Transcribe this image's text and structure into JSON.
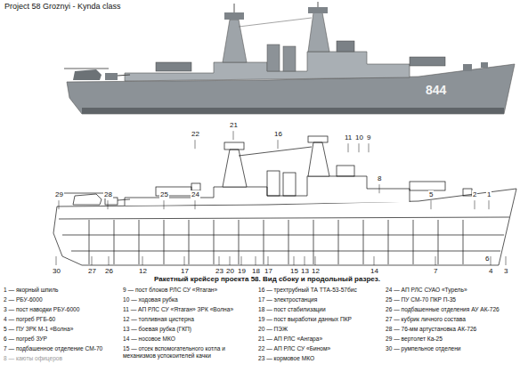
{
  "diagram": {
    "title": "Project 58 Groznyi - Kynda class",
    "caption": "Ракетный крейсер проекта 58. Вид сбоку и продольный разрез.",
    "labels": [
      "844",
      "29",
      "28",
      "25",
      "24",
      "22",
      "21",
      "16",
      "11",
      "10",
      "9",
      "8",
      "5",
      "2",
      "1",
      "30",
      "27",
      "26",
      "12",
      "17",
      "23",
      "20",
      "19",
      "18",
      "17",
      "15",
      "13",
      "12",
      "14",
      "7",
      "6",
      "4",
      "3",
      "1 — якорный шпиль",
      "2 — РБУ-6000",
      "3 — пост наводки РБУ-6000",
      "4 — погреб РГБ-60",
      "5 — ПУ ЗРК М-1 «Волна»",
      "6 — погреб ЗУР",
      "7 — подбашенное отделение СМ-70",
      "8 — каюты офицеров",
      "9 — пост блоков РЛС СУ «Ятаган»",
      "10 — ходовая рубка",
      "11 — АП РЛС СУ «Ятаган» ЗРК «Волна»",
      "12 — топливная цистерна",
      "13 — боевая рубка (ГКП)",
      "14 — носовое МКО",
      "15 — отсек вспомогательного котла и механизмов успокоителей качки",
      "16 — трехтрубный ТА ТТА-53-57бис",
      "17 — электростанция",
      "18 — пост стабилизации",
      "19 — пост выработки данных ПКР",
      "20 — ПЭЖ",
      "21 — АП РЛС «Ангара»",
      "22 — АП РЛС СУ «Бином»",
      "23 — кормовое МКО",
      "24 — АП РЛС СУАО «Турель»",
      "25 — ПУ СМ-70 ПКР П-35",
      "26 — подбашенные отделения АУ АК-726",
      "27 — кубрик личного состава",
      "28 — 76-мм артустановка АК-726",
      "29 — вертолет Ка-25",
      "30 — румпельное отделени"
    ]
  }
}
